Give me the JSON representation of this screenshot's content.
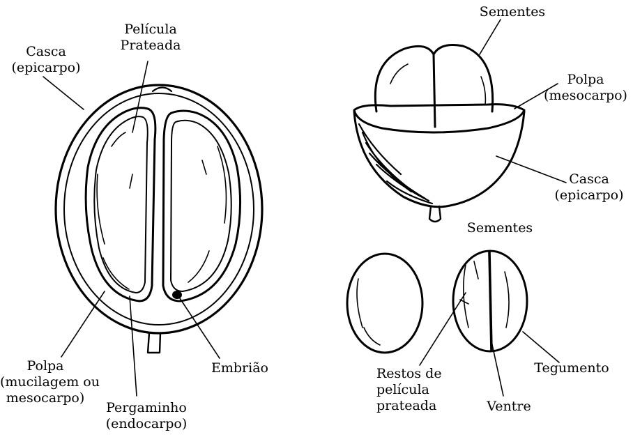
{
  "labels": {
    "casca_left": [
      "Casca",
      "(epicarpo)"
    ],
    "pelicula": [
      "Película",
      "Prateada"
    ],
    "polpa_left": [
      "Polpa",
      "(mucilagem ou",
      "mesocarpo)"
    ],
    "pergaminho": [
      "Pergaminho",
      "(endocarpo)"
    ],
    "embriao": [
      "Embrião"
    ],
    "sementes_top": [
      "Sementes"
    ],
    "polpa_right": [
      "Polpa",
      "(mesocarpo)"
    ],
    "casca_right": [
      "Casca",
      "(epicarpo)"
    ],
    "sementes_mid": [
      "Sementes"
    ],
    "restos": [
      "Restos de",
      "película",
      "prateada"
    ],
    "ventre": [
      "Ventre"
    ],
    "tegumento": [
      "Tegumento"
    ]
  }
}
